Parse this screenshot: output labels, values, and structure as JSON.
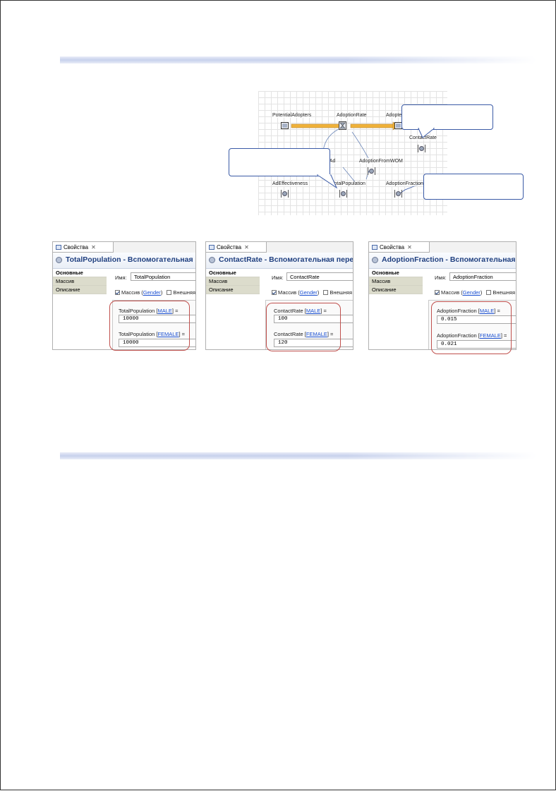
{
  "diagram": {
    "labels": {
      "potential_adopters": "PotentialAdopters",
      "adoption_rate": "AdoptionRate",
      "adopters": "Adopter",
      "contact_rate": "ContactRate",
      "adoption_from_ad": "nAd",
      "adoption_from_wom": "AdoptionFromWOM",
      "ad_effectiveness": "AdEffectiveness",
      "total_population": "TotalPopulation",
      "adoption_fraction": "AdoptionFraction"
    }
  },
  "panels": [
    {
      "tab_label": "Свойства",
      "title": "TotalPopulation - Вспомогательная переме",
      "nav": [
        "Основные",
        "Массив",
        "Описание"
      ],
      "name_label": "Имя:",
      "name_value": "TotalPopulation",
      "array_checkbox": "Массив",
      "array_dim": "Gender",
      "external_checkbox": "Внешняя",
      "male_var": "TotalPopulation",
      "male_key": "MALE",
      "male_value": "10000",
      "female_var": "TotalPopulation",
      "female_key": "FEMALE",
      "female_value": "10000"
    },
    {
      "tab_label": "Свойства",
      "title": "ContactRate - Вспомогательная переменна",
      "nav": [
        "Основные",
        "Массив",
        "Описание"
      ],
      "name_label": "Имя:",
      "name_value": "ContactRate",
      "array_checkbox": "Массив",
      "array_dim": "Gender",
      "external_checkbox": "Внешняя",
      "male_var": "ContactRate",
      "male_key": "MALE",
      "male_value": "100",
      "female_var": "ContactRate",
      "female_key": "FEMALE",
      "female_value": "120"
    },
    {
      "tab_label": "Свойства",
      "title": "AdoptionFraction - Вспомогательная пере",
      "nav": [
        "Основные",
        "Массив",
        "Описание"
      ],
      "name_label": "Имя:",
      "name_value": "AdoptionFraction",
      "array_checkbox": "Массив",
      "array_dim": "Gender",
      "external_checkbox": "Внешняя",
      "male_var": "AdoptionFraction",
      "male_key": "MALE",
      "male_value": "0.015",
      "female_var": "AdoptionFraction",
      "female_key": "FEMALE",
      "female_value": "0.021"
    }
  ],
  "colors": {
    "title_blue": "#1f3f7f",
    "link_blue": "#1a4fd0",
    "highlight_red": "#c0504d",
    "flow_orange": "#f0b23a",
    "callout_border": "#3a5aa6"
  }
}
